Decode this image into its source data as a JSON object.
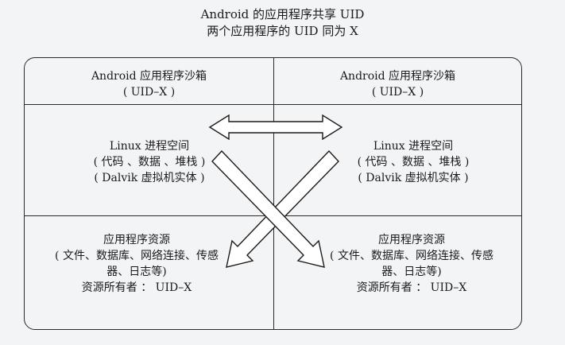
{
  "title": {
    "line1": "Android 的应用程序共享 UID",
    "line2": "两个应用程序的 UID 同为 X"
  },
  "sandboxes": [
    {
      "header": {
        "name": "Android 应用程序沙箱",
        "uid": "( UID–X )"
      },
      "process": {
        "name": "Linux 进程空间",
        "detail": "( 代码 、数据 、堆栈 )",
        "vm": "( Dalvik 虚拟机实体 )"
      },
      "resources": {
        "name": "应用程序资源",
        "list_line1": "( 文件、数据库、网络连接、传感",
        "list_line2": "器、日志等)",
        "owner": "资源所有者 ： UID–X"
      }
    },
    {
      "header": {
        "name": "Android 应用程序沙箱",
        "uid": "( UID–X )"
      },
      "process": {
        "name": "Linux 进程空间",
        "detail": "( 代码 、数据 、堆栈 )",
        "vm": "( Dalvik 虚拟机实体 )"
      },
      "resources": {
        "name": "应用程序资源",
        "list_line1": "( 文件、数据库、网络连接、传感",
        "list_line2": "器、日志等)",
        "owner": "资源所有者 ： UID–X"
      }
    }
  ]
}
